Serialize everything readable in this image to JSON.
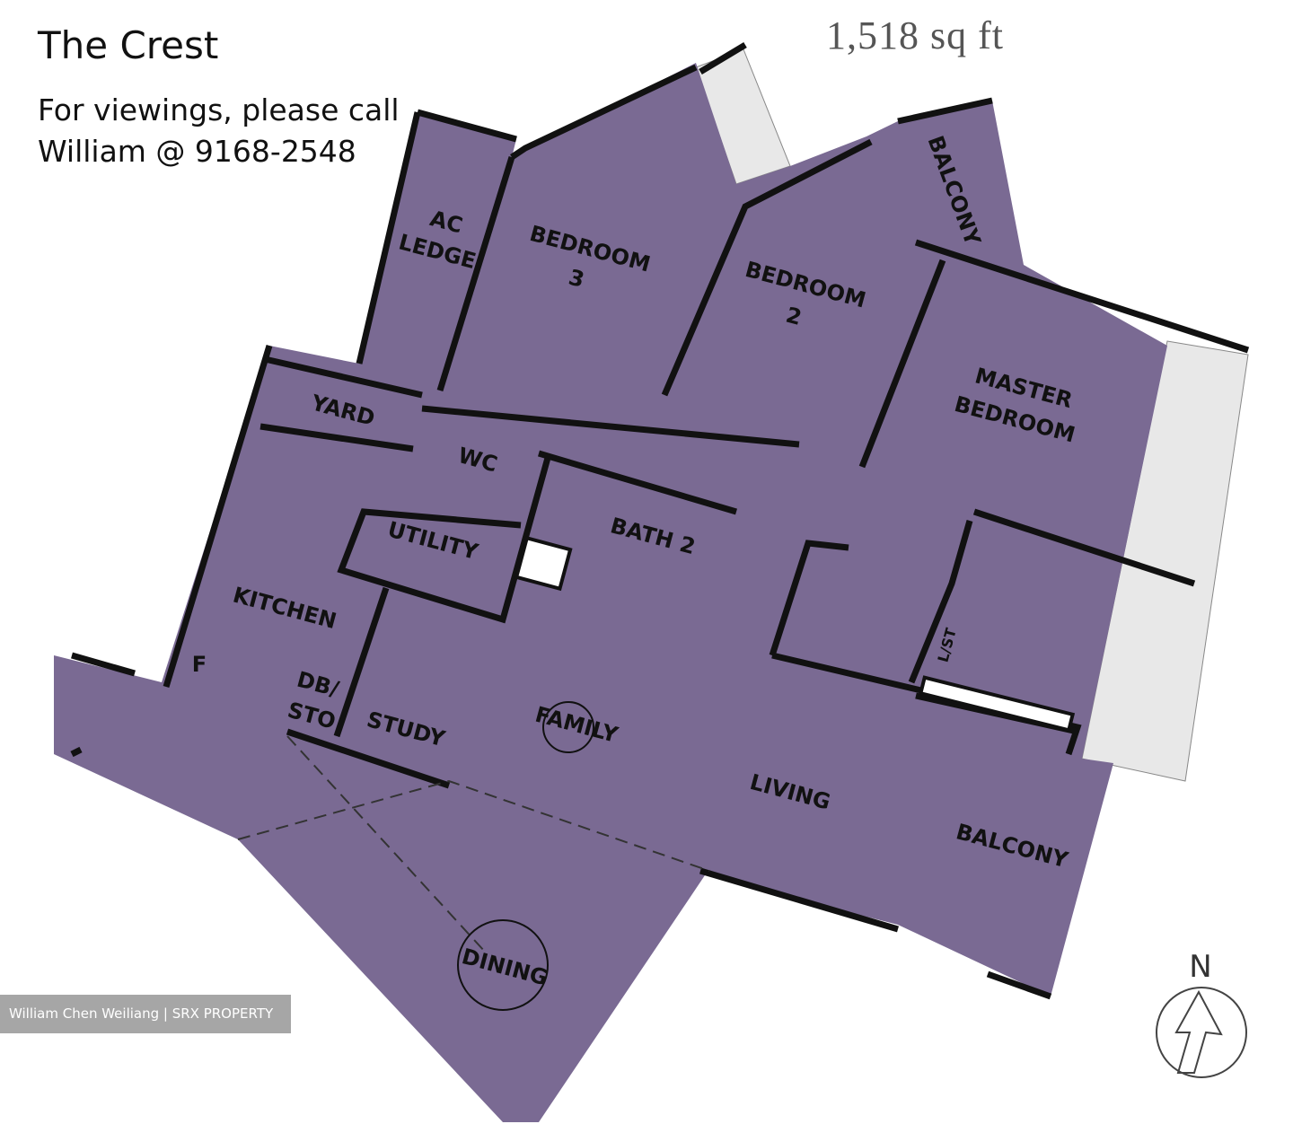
{
  "header": {
    "title": "The Crest",
    "contact_line1": "For viewings, please call",
    "contact_line2": "William @ 9168-2548",
    "area": "1,518 sq ft"
  },
  "rooms": {
    "ac_ledge": "AC",
    "ac_ledge2": "LEDGE",
    "bedroom3": "BEDROOM",
    "bedroom3_num": "3",
    "bedroom2": "BEDROOM",
    "bedroom2_num": "2",
    "balcony_top": "BALCONY",
    "master": "MASTER",
    "master2": "BEDROOM",
    "yard": "YARD",
    "wc": "WC",
    "utility": "UTILITY",
    "bath2": "BATH 2",
    "kitchen": "KITCHEN",
    "fridge": "F",
    "db_sto": "DB/",
    "db_sto2": "STO",
    "study": "STUDY",
    "family": "FAMILY",
    "living": "LIVING",
    "balcony": "BALCONY",
    "dining": "DINING",
    "lst": "L/ST"
  },
  "compass": {
    "label": "N"
  },
  "watermark": "William Chen Weiliang | SRX PROPERTY",
  "colors": {
    "floor": "#7a6a93",
    "wall": "#111111",
    "planter": "#e8e8e8"
  }
}
